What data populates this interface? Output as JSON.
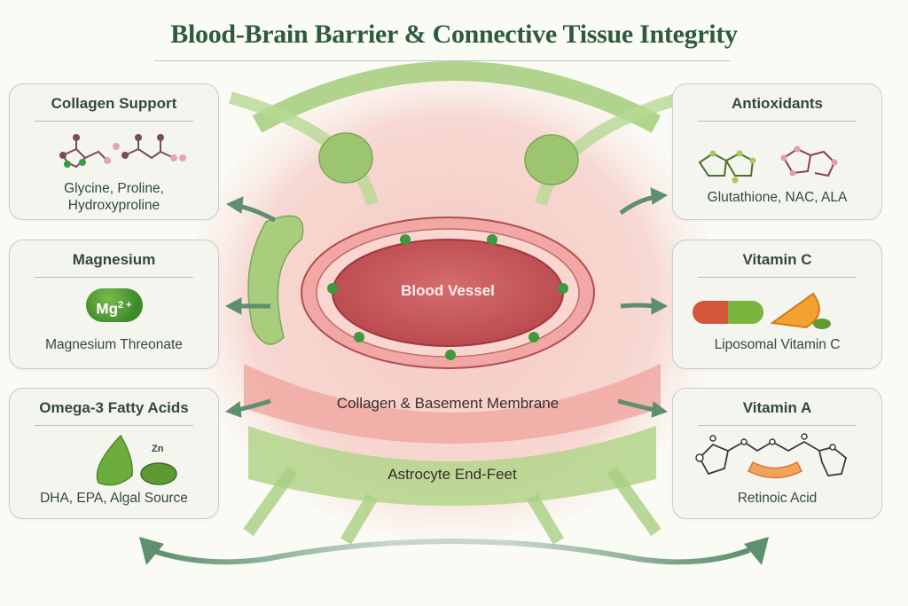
{
  "title": "Blood-Brain Barrier & Connective Tissue Integrity",
  "diagram": {
    "center_labels": {
      "vessel": "Blood Vessel",
      "membrane": "Collagen & Basement Membrane",
      "astrocyte": "Astrocyte End-Feet"
    },
    "colors": {
      "title": "#2f5a3e",
      "arrow": "#5e8f6e",
      "tissue_pink": "#f2b3ad",
      "vessel_red": "#c4575a",
      "astrocyte_green": "#9cc56f",
      "card_bg": "#f4f5ef",
      "card_border": "#c8cfc6"
    }
  },
  "cards": {
    "left": [
      {
        "title": "Collagen Support",
        "caption_lines": [
          "Glycine, Proline,",
          "Hydroxyproline"
        ],
        "icon": "molecule-icon"
      },
      {
        "title": "Magnesium",
        "badge": "Mg",
        "badge_sup": "2 +",
        "caption_lines": [
          "Magnesium Threonate"
        ],
        "icon": "mg-ion-icon"
      },
      {
        "title": "Omega-3 Fatty Acids",
        "badge": "Zn",
        "caption_lines": [
          "DHA, EPA, Algal Source"
        ],
        "icon": "leaf-icon"
      }
    ],
    "right": [
      {
        "title": "Antioxidants",
        "caption_lines": [
          "Glutathione, NAC, ALA"
        ],
        "icon": "molecule-icon"
      },
      {
        "title": "Vitamin C",
        "caption_lines": [
          "Liposomal Vitamin C"
        ],
        "icon": "capsule-orange-icon"
      },
      {
        "title": "Vitamin A",
        "caption_lines": [
          "Retinoic Acid"
        ],
        "icon": "retinoic-molecule-icon"
      }
    ]
  }
}
